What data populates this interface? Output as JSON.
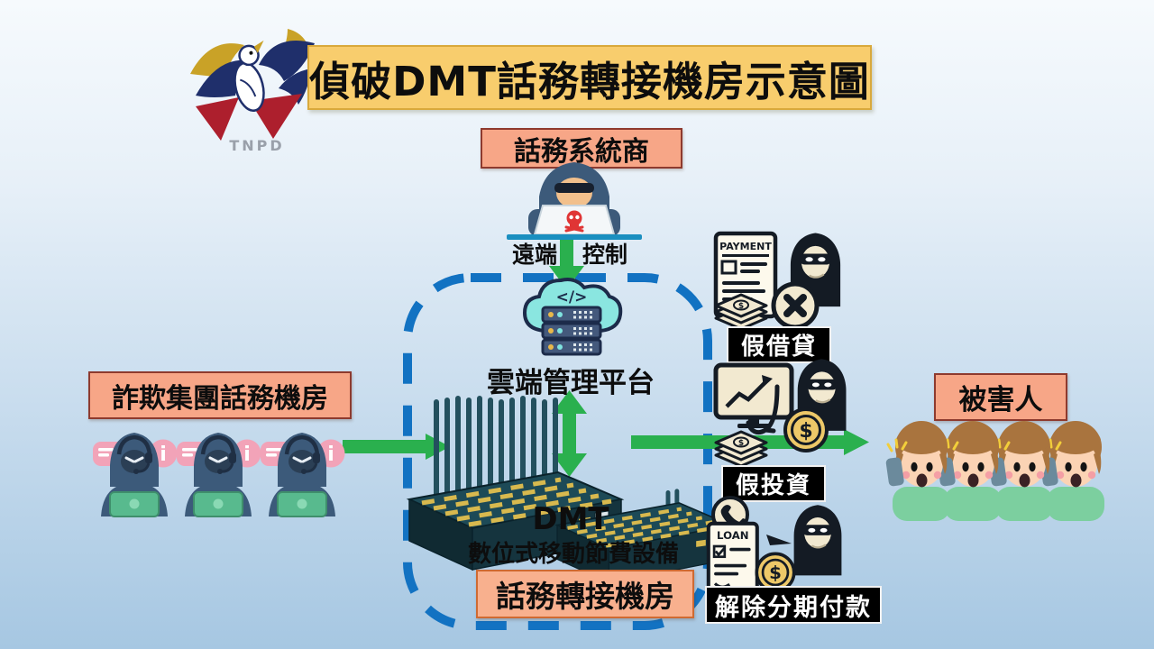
{
  "title": "偵破DMT話務轉接機房示意圖",
  "logo": {
    "text": "TNPD"
  },
  "provider": {
    "label": "話務系統商"
  },
  "remote": {
    "left": "遠端",
    "right": "控制"
  },
  "cloud": {
    "code": "</>",
    "label": "雲端管理平台"
  },
  "dmt": {
    "name": "DMT",
    "desc": "數位式移動節費設備"
  },
  "relay_room": {
    "label": "話務轉接機房"
  },
  "fraud_room": {
    "label": "詐欺集團話務機房",
    "bubble_text": "i"
  },
  "victims": {
    "label": "被害人"
  },
  "scams": [
    {
      "label": "假借貸",
      "doc_text": "PAYMENT"
    },
    {
      "label": "假投資"
    },
    {
      "label": "解除分期付款",
      "doc_text": "LOAN"
    }
  ],
  "currency_symbol": "$",
  "colors": {
    "arrow_green": "#2ab04e",
    "dashed_blue": "#1272c2",
    "title_gold": "#f8cd6d",
    "label_salmon": "#f7a687",
    "label_salmon_border": "#8e3a2e",
    "black_label_bg": "#000000",
    "hoodie_navy": "#3c5a7a",
    "laptop_green": "#58ba8e",
    "cloud_teal": "#8ae6e0",
    "device_teal": "#1d4a57"
  }
}
